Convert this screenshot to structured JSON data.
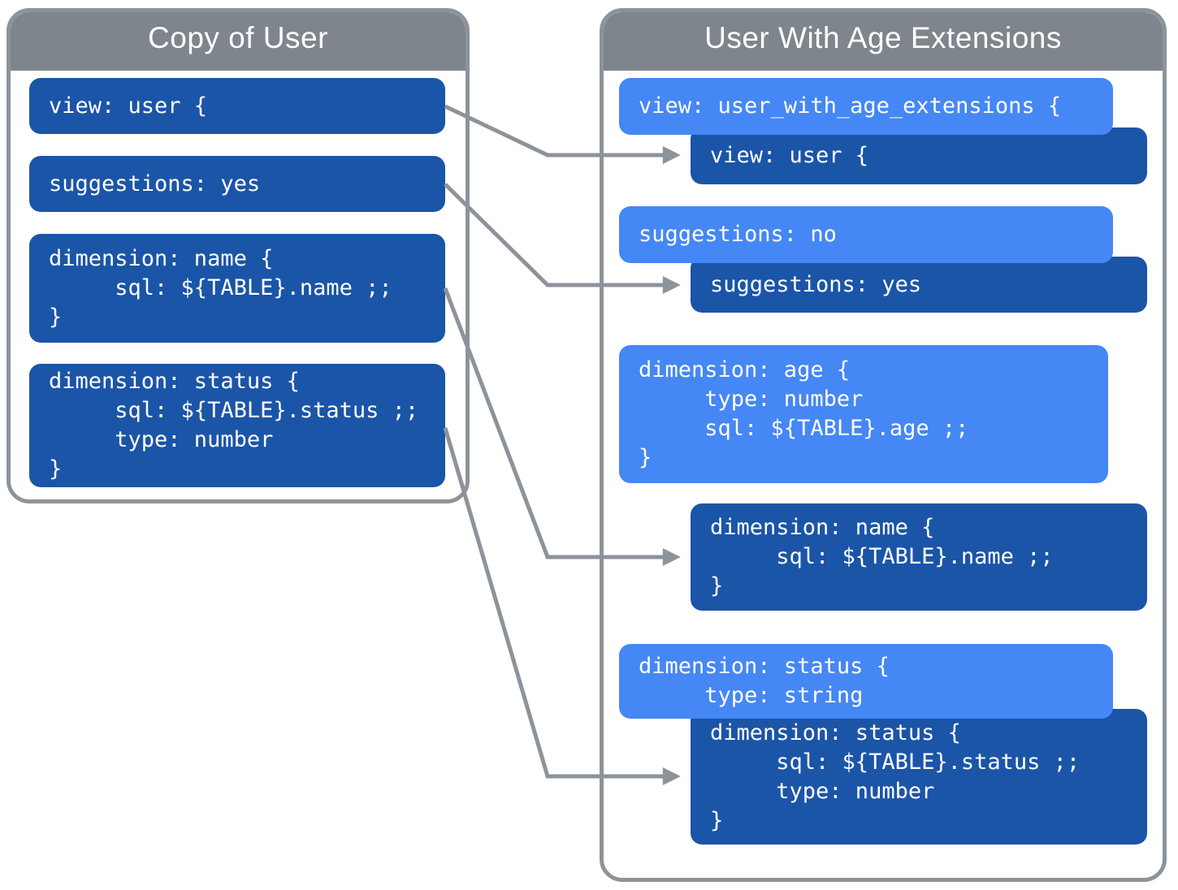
{
  "colors": {
    "dark_blue": "#1B55A8",
    "light_blue": "#4587F4",
    "header_gray": "#7F858D",
    "border_gray": "#8D939A",
    "text": "#FFFFFF",
    "background": "#FFFFFF"
  },
  "left_panel": {
    "title": "Copy of User",
    "blocks": [
      {
        "name": "view-user",
        "style": "dark",
        "lines": [
          "view: user {"
        ]
      },
      {
        "name": "suggestions-yes",
        "style": "dark",
        "lines": [
          "suggestions: yes"
        ]
      },
      {
        "name": "dimension-name",
        "style": "dark",
        "lines": [
          "dimension: name {",
          "     sql: ${TABLE}.name ;;",
          "}"
        ]
      },
      {
        "name": "dimension-status",
        "style": "dark",
        "lines": [
          "dimension: status {",
          "     sql: ${TABLE}.status ;;",
          "     type: number",
          "}"
        ]
      }
    ]
  },
  "right_panel": {
    "title": "User With Age Extensions",
    "blocks": [
      {
        "name": "view-extended",
        "style": "light",
        "lines": [
          "view: user_with_age_extensions {"
        ]
      },
      {
        "name": "view-user-inherited",
        "style": "dark",
        "lines": [
          "view: user {"
        ]
      },
      {
        "name": "suggestions-override",
        "style": "light",
        "lines": [
          "suggestions: no"
        ]
      },
      {
        "name": "suggestions-inherited",
        "style": "dark",
        "lines": [
          "suggestions: yes"
        ]
      },
      {
        "name": "dimension-age-added",
        "style": "light",
        "lines": [
          "dimension: age {",
          "     type: number",
          "     sql: ${TABLE}.age ;;",
          "}"
        ]
      },
      {
        "name": "dimension-name-inherited",
        "style": "dark",
        "lines": [
          "dimension: name {",
          "     sql: ${TABLE}.name ;;",
          "}"
        ]
      },
      {
        "name": "dimension-status-override",
        "style": "light",
        "lines": [
          "dimension: status {",
          "     type: string"
        ]
      },
      {
        "name": "dimension-status-inherited",
        "style": "dark",
        "lines": [
          "dimension: status {",
          "     sql: ${TABLE}.status ;;",
          "     type: number",
          "}"
        ]
      }
    ]
  }
}
